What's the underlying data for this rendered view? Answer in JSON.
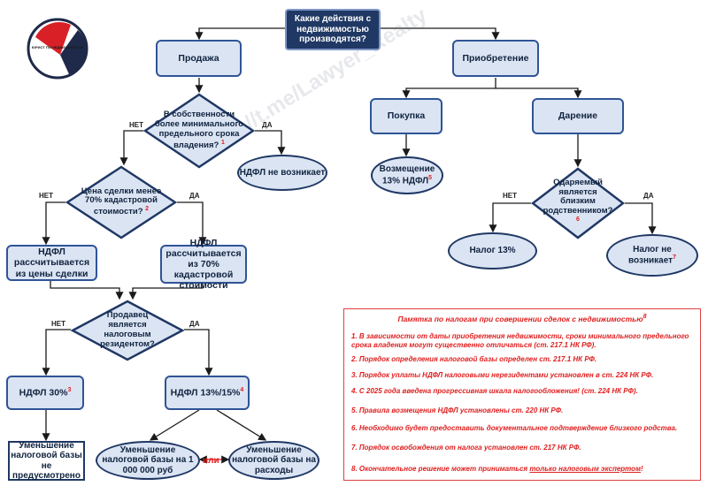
{
  "start": "Какие действия с недвижимостью производятся?",
  "logo": {
    "text": "ЮРИСТ ПО НЕДВИЖИМОСТИ",
    "colors": {
      "red": "#d92027",
      "navy": "#1f2a4a"
    }
  },
  "watermark": "https://t.me/Lawyer_Realty",
  "left": {
    "sale": "Продажа",
    "q1": {
      "text": "В собственности более минимального предельного срока владения?",
      "ref": "1",
      "no": "НЕТ",
      "yes": "ДА"
    },
    "no_tax_1": "НДФЛ не возникает",
    "q2": {
      "text": "Цена сделки менее 70% кадастровой стоимости?",
      "ref": "2",
      "no": "НЕТ",
      "yes": "ДА"
    },
    "calc_price": "НДФЛ рассчитывается из цены сделки",
    "calc_cadastral": "НДФЛ рассчитывается из 70% кадастровой стоимости",
    "q3": {
      "text": "Продавец является налоговым резидентом?",
      "no": "НЕТ",
      "yes": "ДА"
    },
    "tax30": {
      "text": "НДФЛ 30%",
      "ref": "3"
    },
    "tax13": {
      "text": "НДФЛ 13%/15%",
      "ref": "4"
    },
    "no_reduction": "Уменьшение налоговой базы не предусмотрено",
    "reduce_million": "Уменьшение налоговой базы на 1 000 000 руб",
    "or": "или",
    "reduce_expenses": "Уменьшение налоговой базы на расходы"
  },
  "right": {
    "acquisition": "Приобретение",
    "purchase": "Покупка",
    "gift": "Дарение",
    "refund": {
      "text": "Возмещение 13% НДФЛ",
      "ref": "5"
    },
    "q4": {
      "text": "Одаряемый является близким родственником?",
      "ref": "6",
      "no": "НЕТ",
      "yes": "ДА"
    },
    "tax13": "Налог 13%",
    "no_tax": {
      "text": "Налог не возникает",
      "ref": "7"
    }
  },
  "memo": {
    "title": "Памятка по налогам при совершении сделок с недвижимостью",
    "title_ref": "8",
    "items": [
      "1. В зависимости от даты приобретения недвижимости, сроки минимального предельного срока владения могут существенно отличаться (ст. 217.1 НК РФ).",
      "2. Порядок определения налоговой базы определен ст. 217.1 НК РФ.",
      "3. Порядок уплаты НДФЛ налоговыми нерезидентами установлен в ст. 224 НК РФ.",
      "4. С 2025 года введена прогрессивная шкала налогообложения! (ст. 224 НК РФ).",
      "5. Правила возмещения НДФЛ установлены ст. 220 НК РФ.",
      "6. Необходимо будет предоставить документальное подтверждение близкого родства.",
      "7. Порядок освобождения от налога установлен ст. 217 НК РФ."
    ],
    "item8_prefix": "8. Окончательное решение может приниматься ",
    "item8_link": "только налоговым экспертом",
    "item8_suffix": "!"
  }
}
